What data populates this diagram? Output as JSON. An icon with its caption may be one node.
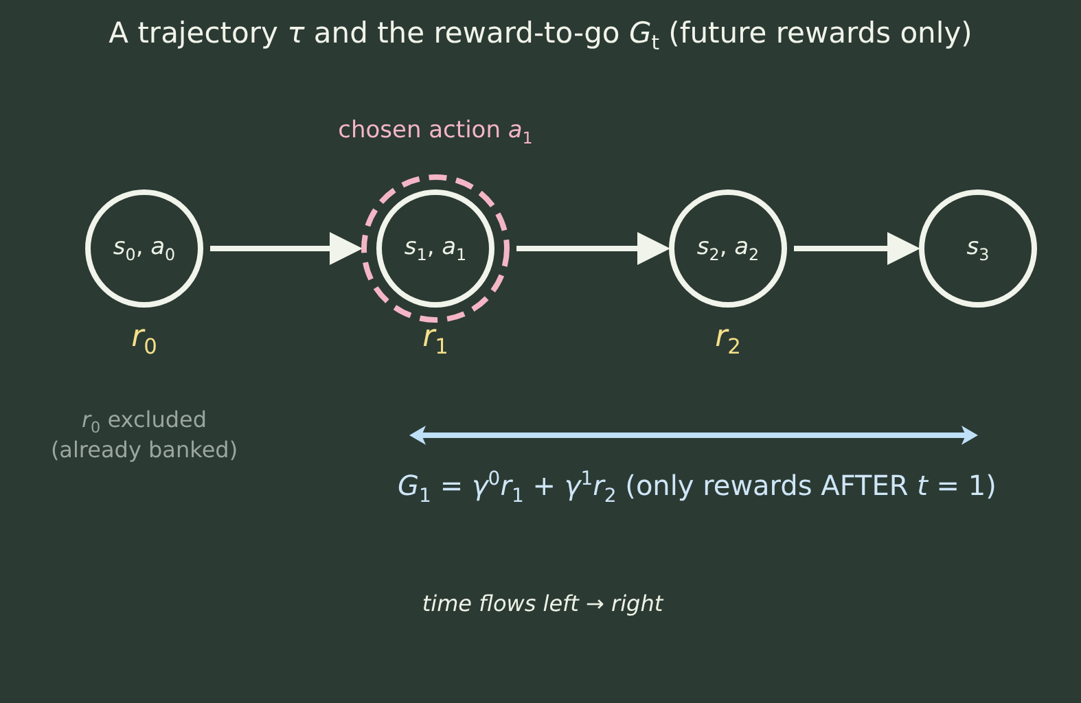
{
  "diagram": {
    "title": "A trajectory *τ* and the reward-to-go *G*$_{t}$ (future rewards only)",
    "nodes": [
      {
        "text": [
          "*s*$_{0}$, *a*$_{0}$"
        ],
        "beside": [
          "*r*$_{0}$"
        ]
      },
      {
        "text": [
          "chosen action *a*$_{1}$"
        ]
      },
      {
        "text": [
          "*s*$_{1}$, *a*$_{1}$"
        ],
        "beside": [
          "*r*$_{1}$"
        ],
        "in": 1
      },
      {
        "text": [
          "*s*$_{2}$, *a*$_{2}$"
        ],
        "beside": [
          "*r*$_{2}$"
        ]
      },
      {
        "text": [
          "*s*$_{3}$"
        ]
      }
    ],
    "edges": [
      {
        "from": 0,
        "to": 2,
        "arrow": "to"
      },
      {
        "from": 2,
        "to": 3,
        "arrow": "to"
      },
      {
        "from": 3,
        "to": 4,
        "arrow": "to"
      }
    ],
    "labels": [
      "*r*$_{0}$ excluded (already banked)",
      "*G*$_{1}$ = *γ*$^{0}$*r*$_{1}$ + *γ*$^{1}$*r*$_{2}$  (only rewards AFTER *t* = 1)",
      "time flows left → right"
    ]
  }
}
